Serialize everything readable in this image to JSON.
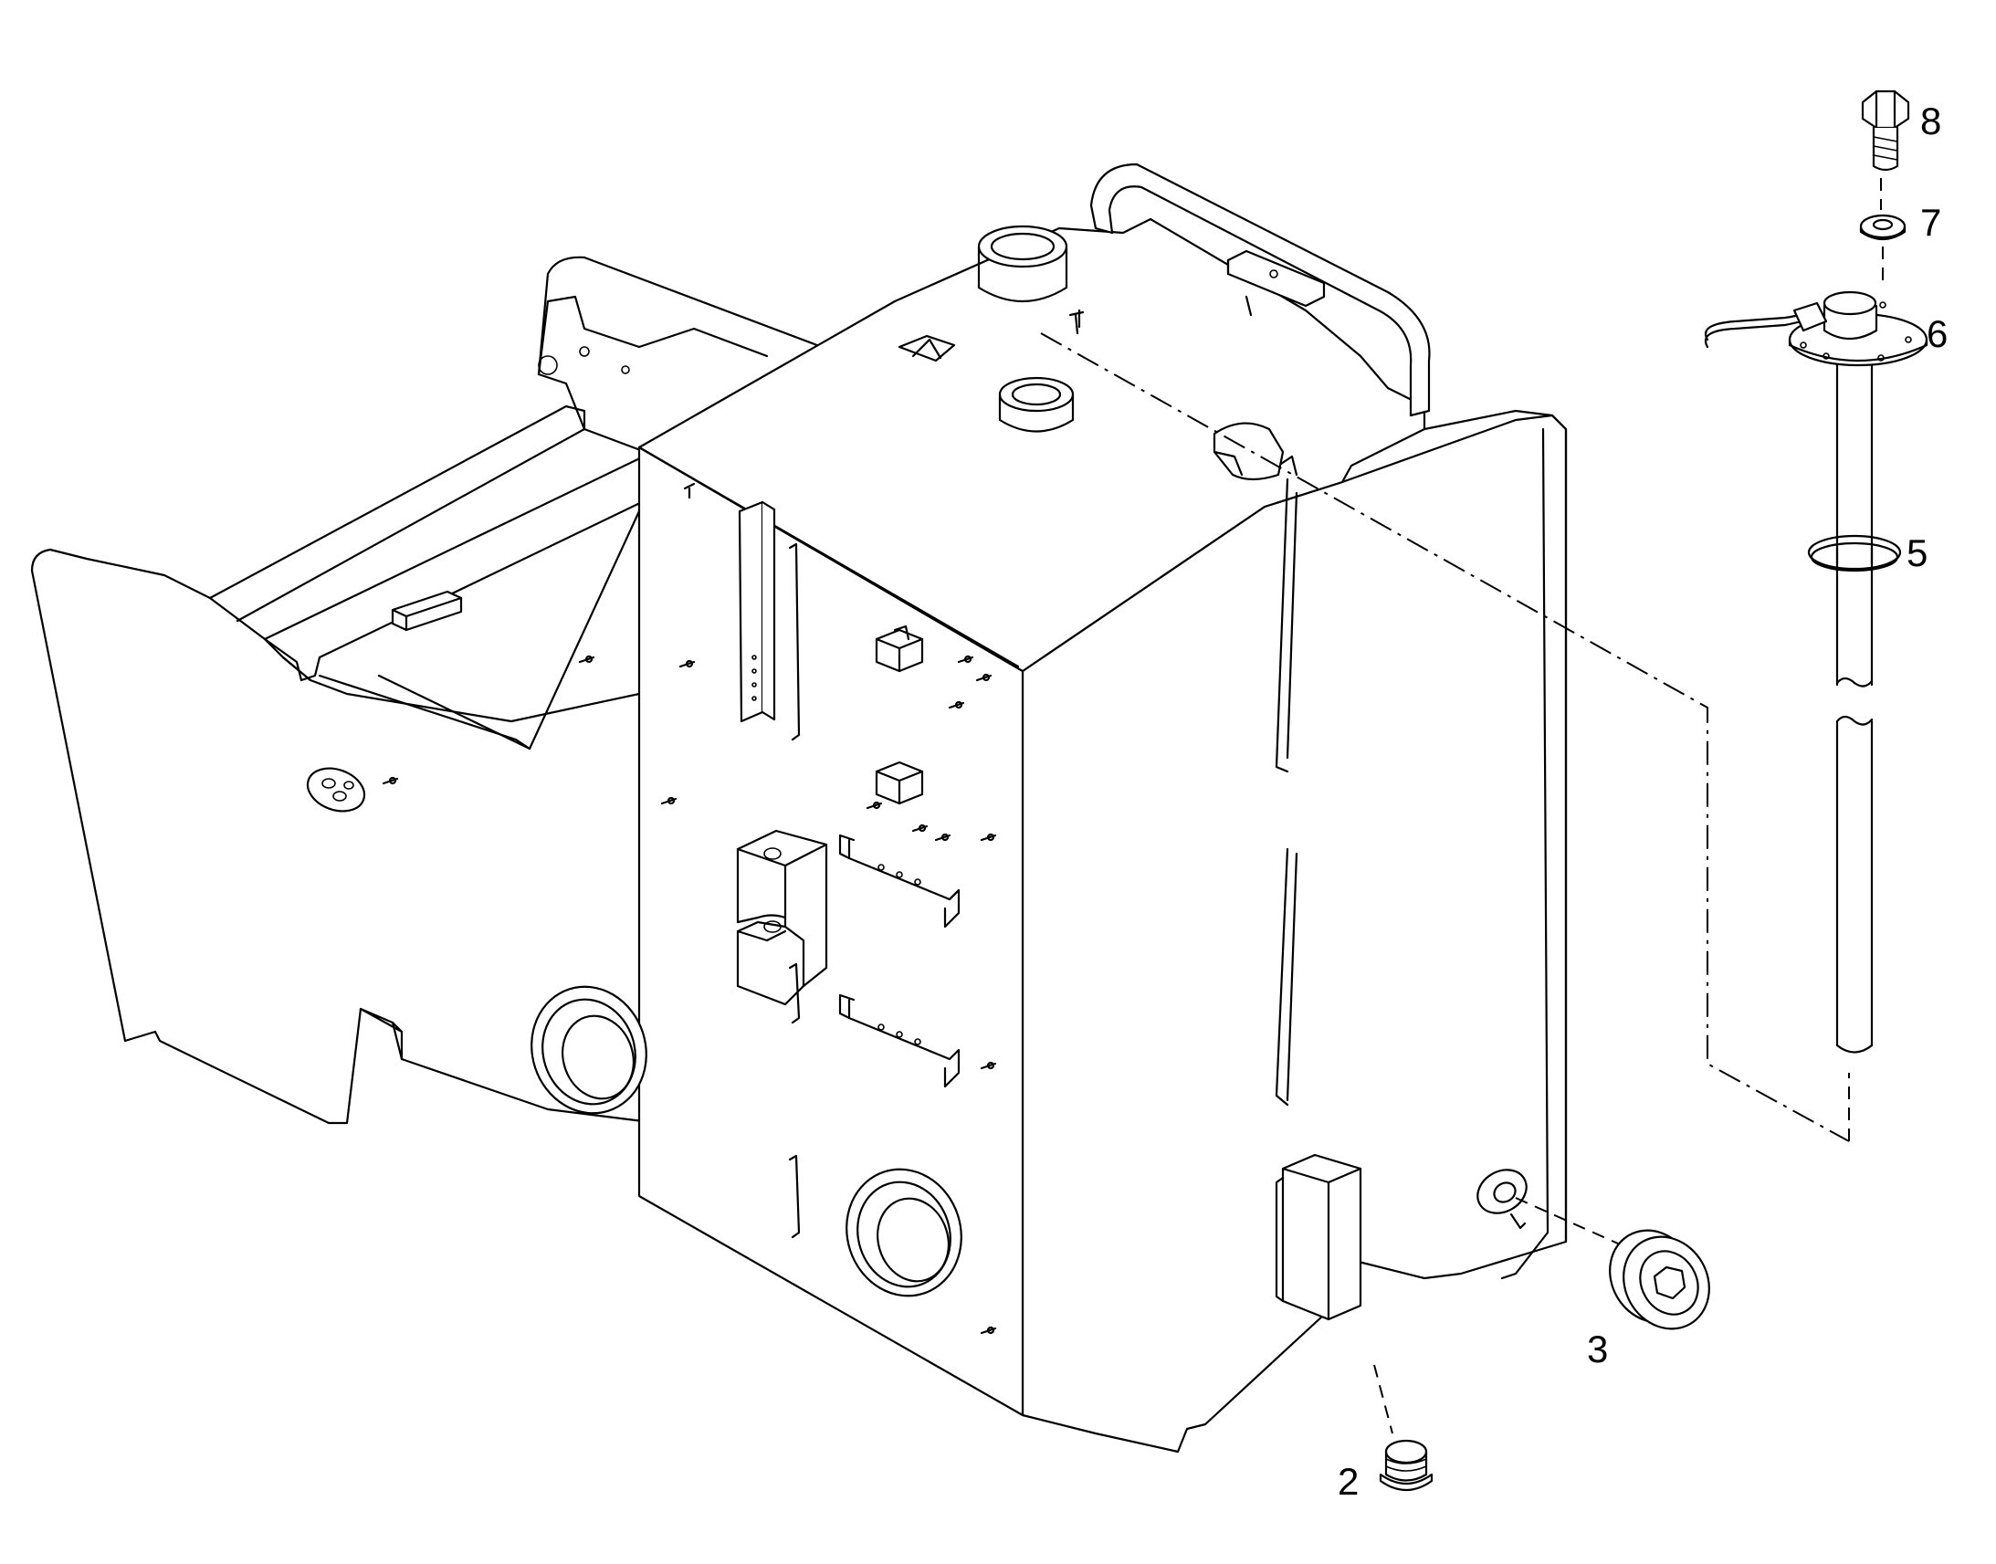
{
  "callouts": {
    "c2": "2",
    "c3": "3",
    "c5": "5",
    "c6": "6",
    "c7": "7",
    "c8": "8"
  }
}
